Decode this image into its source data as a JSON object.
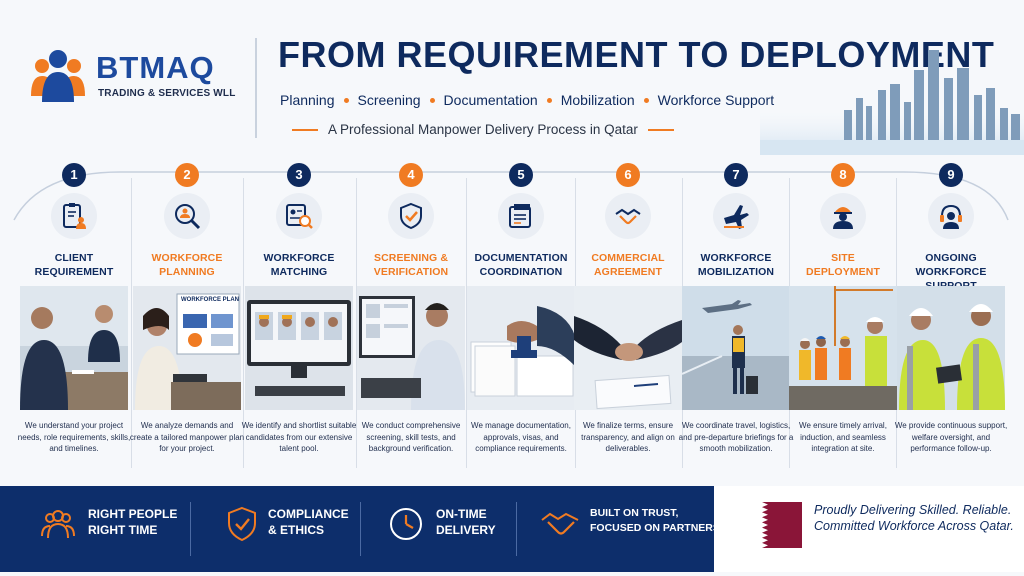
{
  "brand": {
    "name": "BTMAQ",
    "sub": "TRADING & SERVICES WLL"
  },
  "header": {
    "title": "FROM REQUIREMENT TO DEPLOYMENT",
    "keywords": [
      "Planning",
      "Screening",
      "Documentation",
      "Mobilization",
      "Workforce Support"
    ],
    "tagline": "A Professional Manpower Delivery Process in Qatar"
  },
  "steps": [
    {
      "num": "1",
      "l1": "CLIENT",
      "l2": "REQUIREMENT",
      "desc": "We understand your project needs, role requirements, skills, and timelines.",
      "accent": "navy"
    },
    {
      "num": "2",
      "l1": "WORKFORCE",
      "l2": "PLANNING",
      "desc": "We analyze demands and create a tailored manpower plan for your project.",
      "accent": "orange",
      "screen": "WORKFORCE PLAN"
    },
    {
      "num": "3",
      "l1": "WORKFORCE",
      "l2": "MATCHING",
      "desc": "We identify and shortlist suitable candidates from our extensive talent pool.",
      "accent": "navy"
    },
    {
      "num": "4",
      "l1": "SCREENING &",
      "l2": "VERIFICATION",
      "desc": "We conduct comprehensive screening, skill tests, and background verification.",
      "accent": "orange"
    },
    {
      "num": "5",
      "l1": "DOCUMENTATION",
      "l2": "COORDINATION",
      "desc": "We manage documentation, approvals, visas, and compliance requirements.",
      "accent": "navy"
    },
    {
      "num": "6",
      "l1": "COMMERCIAL",
      "l2": "AGREEMENT",
      "desc": "We finalize terms, ensure transparency, and align on deliverables.",
      "accent": "orange"
    },
    {
      "num": "7",
      "l1": "WORKFORCE",
      "l2": "MOBILIZATION",
      "desc": "We coordinate travel, logistics, and pre-departure briefings for a smooth mobilization.",
      "accent": "navy"
    },
    {
      "num": "8",
      "l1": "SITE",
      "l2": "DEPLOYMENT",
      "desc": "We ensure timely arrival, induction, and seamless integration at site.",
      "accent": "orange"
    },
    {
      "num": "9",
      "l1": "ONGOING",
      "l2": "WORKFORCE SUPPORT",
      "desc": "We provide continuous support, welfare oversight, and performance follow-up.",
      "accent": "navy"
    }
  ],
  "features": [
    {
      "l1": "RIGHT PEOPLE",
      "l2": "RIGHT TIME",
      "icon": "team-icon"
    },
    {
      "l1": "COMPLIANCE",
      "l2": "& ETHICS",
      "icon": "shield-check-icon"
    },
    {
      "l1": "ON-TIME",
      "l2": "DELIVERY",
      "icon": "clock-icon"
    },
    {
      "l1": "BUILT ON TRUST,",
      "l2": "FOCUSED ON PARTNERSHIP",
      "icon": "handshake-icon"
    }
  ],
  "proud": {
    "text": "Proudly Delivering Skilled. Reliable. Committed Workforce Across Qatar."
  },
  "colors": {
    "navy": "#0e2a5e",
    "orange": "#f07b22",
    "band": "#0d2e6b",
    "qatar": "#8a1538"
  }
}
